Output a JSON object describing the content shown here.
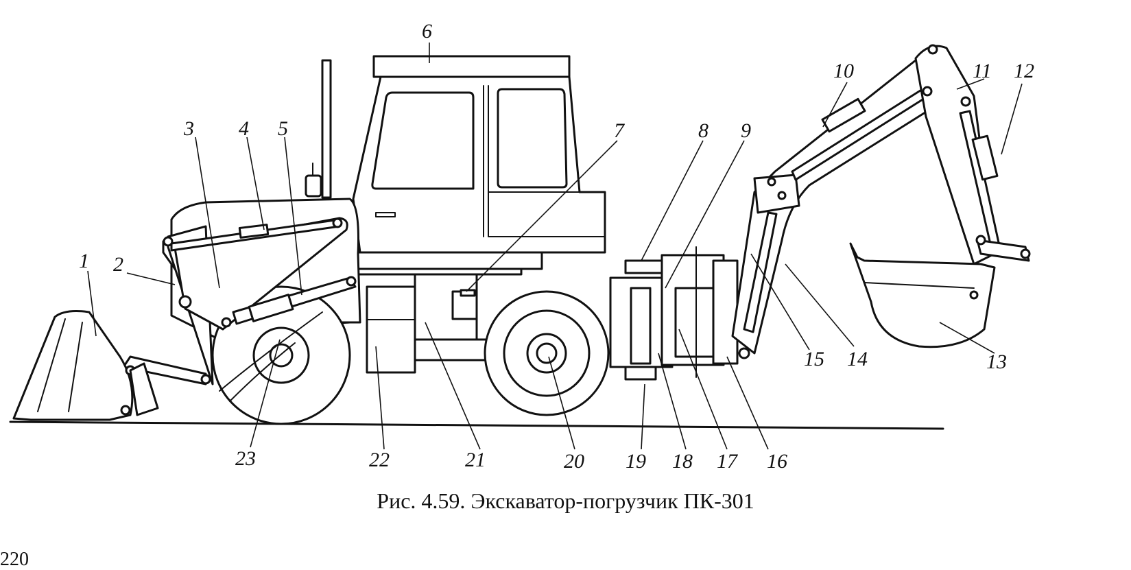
{
  "figure": {
    "caption": "Рис. 4.59. Экскаватор-погрузчик ПК-301",
    "page_number": "220",
    "callouts": [
      "1",
      "2",
      "3",
      "4",
      "5",
      "6",
      "7",
      "8",
      "9",
      "10",
      "11",
      "12",
      "13",
      "14",
      "15",
      "16",
      "17",
      "18",
      "19",
      "20",
      "21",
      "22",
      "23"
    ]
  }
}
